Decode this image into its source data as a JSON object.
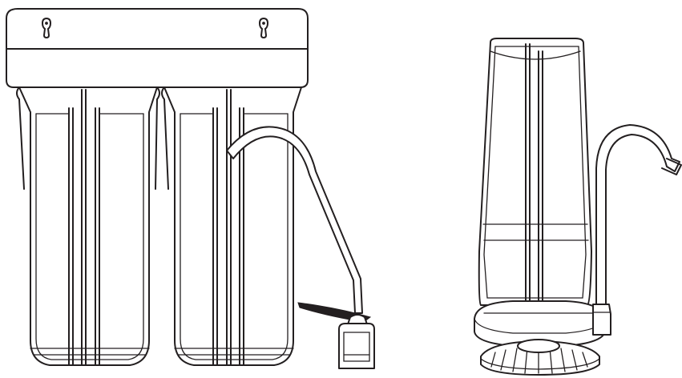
{
  "colors": {
    "ink": "#231f20",
    "paper": "#ffffff"
  },
  "illustration": {
    "left_unit": {
      "parts": [
        "mounting-bracket",
        "keyhole-icon",
        "keyhole-icon",
        "filter-housing",
        "filter-housing",
        "gooseneck-faucet",
        "faucet-lever",
        "faucet-base"
      ]
    },
    "right_unit": {
      "parts": [
        "filter-housing",
        "filter-base",
        "suction-foot",
        "gooseneck-faucet"
      ]
    }
  }
}
